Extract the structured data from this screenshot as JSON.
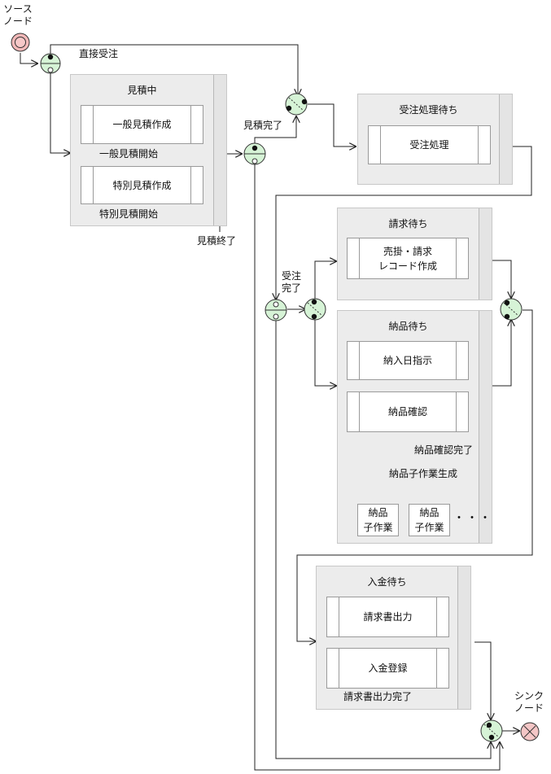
{
  "nodes": {
    "source": "ソース\nノード",
    "sink": "シンク\nノード"
  },
  "labels": {
    "direct_order": "直接受注",
    "estimate_done": "見積完了",
    "general_estimate_start": "一般見積開始",
    "special_estimate_start": "特別見積開始",
    "estimate_end": "見積終了",
    "order_done": "受注\n完了",
    "delivery_confirm_done": "納品確認完了",
    "child_task_generate": "納品子作業生成",
    "invoice_output_done": "請求書出力完了",
    "ellipsis": "・・・"
  },
  "groups": {
    "estimating": {
      "title": "見積中",
      "tasks": [
        "一般見積作成",
        "特別見積作成"
      ]
    },
    "order_wait": {
      "title": "受注処理待ち",
      "tasks": [
        "受注処理"
      ]
    },
    "billing_wait": {
      "title": "請求待ち",
      "tasks": [
        "売掛・請求\nレコード作成"
      ]
    },
    "delivery_wait": {
      "title": "納品待ち",
      "tasks": [
        "納入日指示",
        "納品確認"
      ],
      "subtasks": [
        "納品\n子作業",
        "納品\n子作業"
      ]
    },
    "payment_wait": {
      "title": "入金待ち",
      "tasks": [
        "請求書出力",
        "入金登録"
      ]
    }
  },
  "colors": {
    "gateway_fill": "#d6f3d6",
    "source_fill": "#f4b9b9",
    "sink_fill": "#f4c6c6",
    "group_fill": "#ececec"
  }
}
